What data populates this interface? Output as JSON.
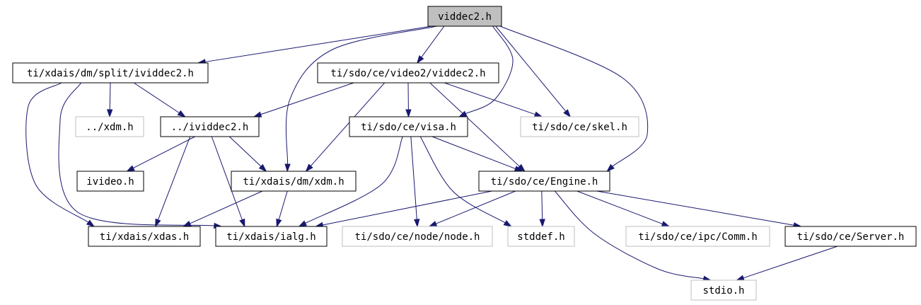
{
  "colors": {
    "edge": "#191970",
    "root_fill": "#bfbfbf",
    "documented_border": "#000000",
    "undocumented_border": "#bfbfbf"
  },
  "nodes": [
    {
      "id": "viddec2",
      "label": "viddec2.h",
      "style": "root"
    },
    {
      "id": "split_ividdec2",
      "label": "ti/xdais/dm/split/ividdec2.h",
      "style": "documented"
    },
    {
      "id": "sdo_video2_viddec2",
      "label": "ti/sdo/ce/video2/viddec2.h",
      "style": "documented"
    },
    {
      "id": "xdm_rel",
      "label": "../xdm.h",
      "style": "undocumented"
    },
    {
      "id": "ividdec2_rel",
      "label": "../ividdec2.h",
      "style": "documented"
    },
    {
      "id": "visa",
      "label": "ti/sdo/ce/visa.h",
      "style": "documented"
    },
    {
      "id": "skel",
      "label": "ti/sdo/ce/skel.h",
      "style": "undocumented"
    },
    {
      "id": "ivideo",
      "label": "ivideo.h",
      "style": "documented"
    },
    {
      "id": "xdm",
      "label": "ti/xdais/dm/xdm.h",
      "style": "documented"
    },
    {
      "id": "engine",
      "label": "ti/sdo/ce/Engine.h",
      "style": "documented"
    },
    {
      "id": "xdas",
      "label": "ti/xdais/xdas.h",
      "style": "documented"
    },
    {
      "id": "ialg",
      "label": "ti/xdais/ialg.h",
      "style": "documented"
    },
    {
      "id": "node",
      "label": "ti/sdo/ce/node/node.h",
      "style": "undocumented"
    },
    {
      "id": "stddef",
      "label": "stddef.h",
      "style": "undocumented"
    },
    {
      "id": "comm",
      "label": "ti/sdo/ce/ipc/Comm.h",
      "style": "undocumented"
    },
    {
      "id": "server",
      "label": "ti/sdo/ce/Server.h",
      "style": "documented"
    },
    {
      "id": "stdio",
      "label": "stdio.h",
      "style": "undocumented"
    }
  ],
  "edges": [
    [
      "viddec2",
      "split_ividdec2"
    ],
    [
      "viddec2",
      "sdo_video2_viddec2"
    ],
    [
      "viddec2",
      "xdm"
    ],
    [
      "viddec2",
      "visa"
    ],
    [
      "viddec2",
      "skel"
    ],
    [
      "viddec2",
      "engine"
    ],
    [
      "split_ividdec2",
      "xdm_rel"
    ],
    [
      "split_ividdec2",
      "ividdec2_rel"
    ],
    [
      "split_ividdec2",
      "xdas"
    ],
    [
      "split_ividdec2",
      "ialg"
    ],
    [
      "sdo_video2_viddec2",
      "ividdec2_rel"
    ],
    [
      "sdo_video2_viddec2",
      "xdm"
    ],
    [
      "sdo_video2_viddec2",
      "visa"
    ],
    [
      "sdo_video2_viddec2",
      "skel"
    ],
    [
      "sdo_video2_viddec2",
      "engine"
    ],
    [
      "ividdec2_rel",
      "ivideo"
    ],
    [
      "ividdec2_rel",
      "xdm"
    ],
    [
      "ividdec2_rel",
      "xdas"
    ],
    [
      "ividdec2_rel",
      "ialg"
    ],
    [
      "visa",
      "engine"
    ],
    [
      "visa",
      "ialg"
    ],
    [
      "visa",
      "node"
    ],
    [
      "visa",
      "stddef"
    ],
    [
      "xdm",
      "xdas"
    ],
    [
      "xdm",
      "ialg"
    ],
    [
      "engine",
      "ialg"
    ],
    [
      "engine",
      "node"
    ],
    [
      "engine",
      "stddef"
    ],
    [
      "engine",
      "comm"
    ],
    [
      "engine",
      "server"
    ],
    [
      "engine",
      "stdio"
    ],
    [
      "server",
      "stdio"
    ]
  ]
}
